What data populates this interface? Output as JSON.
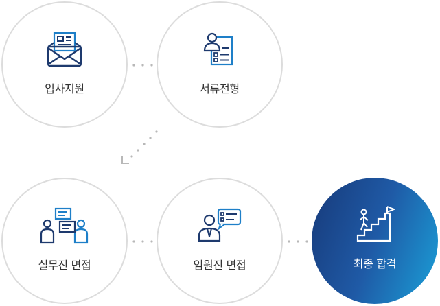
{
  "steps": [
    {
      "label": "입사지원",
      "icon": "envelope-document-icon"
    },
    {
      "label": "서류전형",
      "icon": "resume-review-icon"
    },
    {
      "label": "실무진 면접",
      "icon": "group-interview-icon"
    },
    {
      "label": "임원진 면접",
      "icon": "executive-interview-icon"
    },
    {
      "label": "최종 합격",
      "icon": "stairs-flag-icon"
    }
  ],
  "colors": {
    "icon_dark": "#1e3a6e",
    "icon_accent": "#1e7fc8",
    "circle_border": "#dcdcdc",
    "connector": "#b8b8b8",
    "final_gradient_start": "#173a7a",
    "final_gradient_end": "#1aa0d8"
  }
}
